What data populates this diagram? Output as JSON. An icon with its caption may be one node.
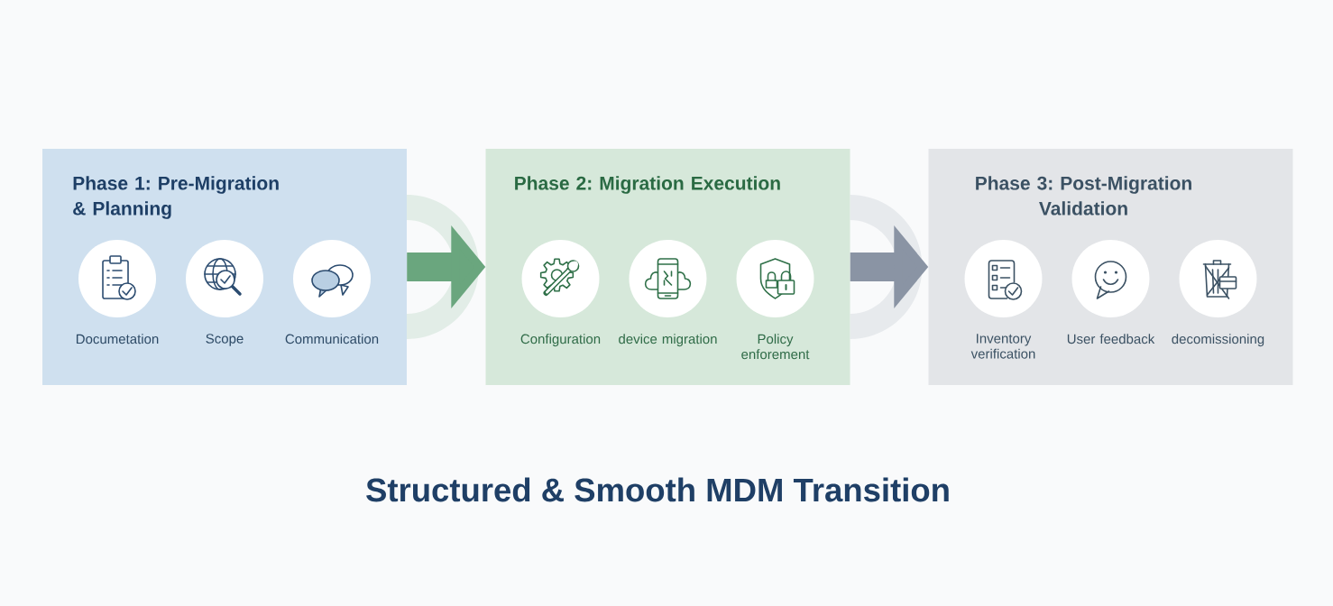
{
  "diagram": {
    "caption": "Structured & Smooth MDM Transition",
    "nodes": [
      {
        "text": [
          "Phase 1: Pre-Migration & Planning"
        ]
      },
      {
        "text": [
          "Documetation"
        ],
        "in": 0
      },
      {
        "text": [
          "Scope"
        ],
        "in": 0
      },
      {
        "text": [
          "Communication"
        ],
        "in": 0
      },
      {
        "text": [
          "Phase 2: Migration Execution"
        ]
      },
      {
        "text": [
          "Configuration"
        ],
        "in": 4
      },
      {
        "text": [
          "device migration"
        ],
        "in": 4
      },
      {
        "text": [
          "Policy enforement"
        ],
        "in": 4
      },
      {
        "text": [
          "Phase 3: Post-Migration Validation"
        ]
      },
      {
        "text": [
          "Inventory verification"
        ],
        "in": 8
      },
      {
        "text": [
          "User feedback"
        ],
        "in": 8
      },
      {
        "text": [
          "decomissioning"
        ],
        "in": 8
      }
    ],
    "edges": [
      {
        "from": 0,
        "to": 4,
        "arrow": "to",
        "color": "#6aa67e"
      },
      {
        "from": 4,
        "to": 8,
        "arrow": "to",
        "color": "#8a94a4"
      }
    ]
  }
}
